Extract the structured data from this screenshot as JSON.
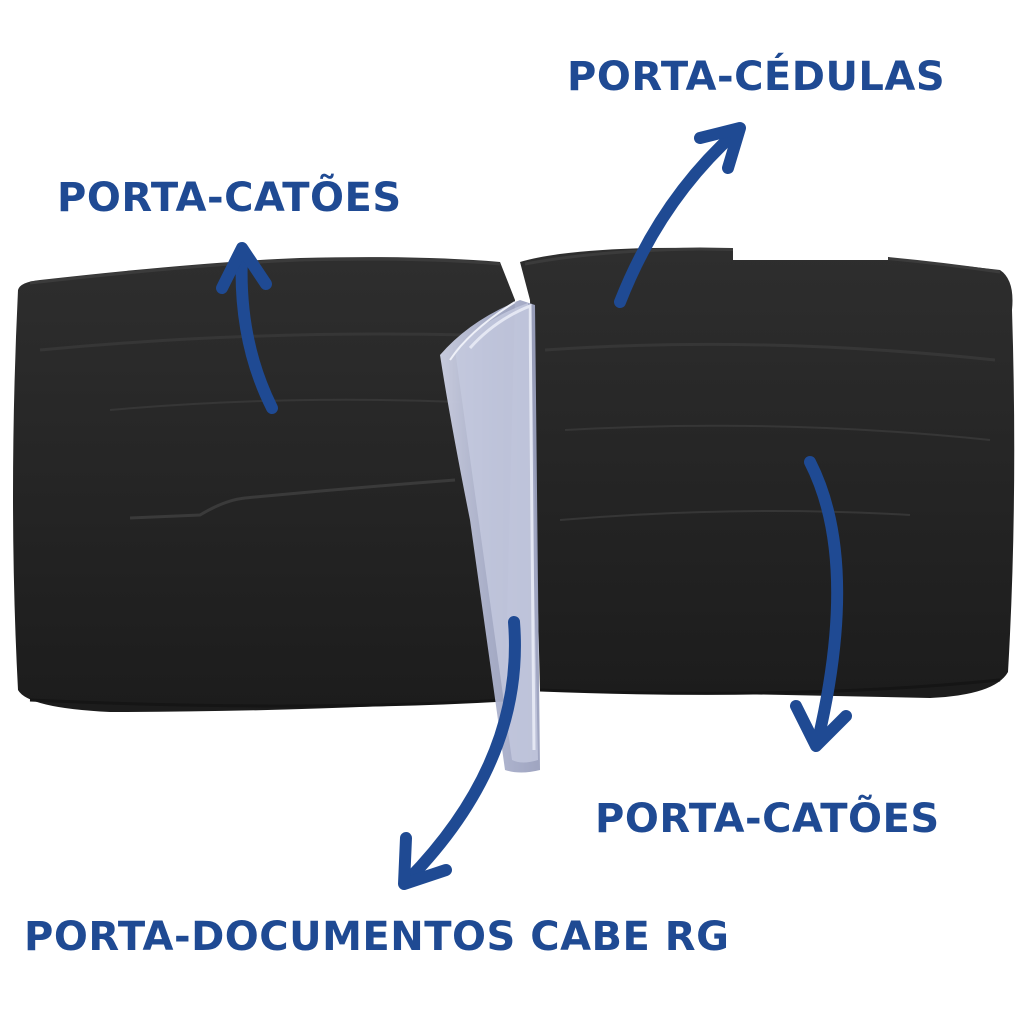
{
  "labels": {
    "top_left": "PORTA-CATÕES",
    "top_right": "PORTA-CÉDULAS",
    "bottom_right": "PORTA-CATÕES",
    "bottom": "PORTA-DOCUMENTOS CABE RG"
  },
  "colors": {
    "label_text": "#1f4a93",
    "arrow": "#1f4a93",
    "wallet_leather": "#262626",
    "card_sleeve": "#b9bfd6",
    "background": "#ffffff"
  },
  "icons": {
    "arrow": "curved-arrow-icon"
  }
}
